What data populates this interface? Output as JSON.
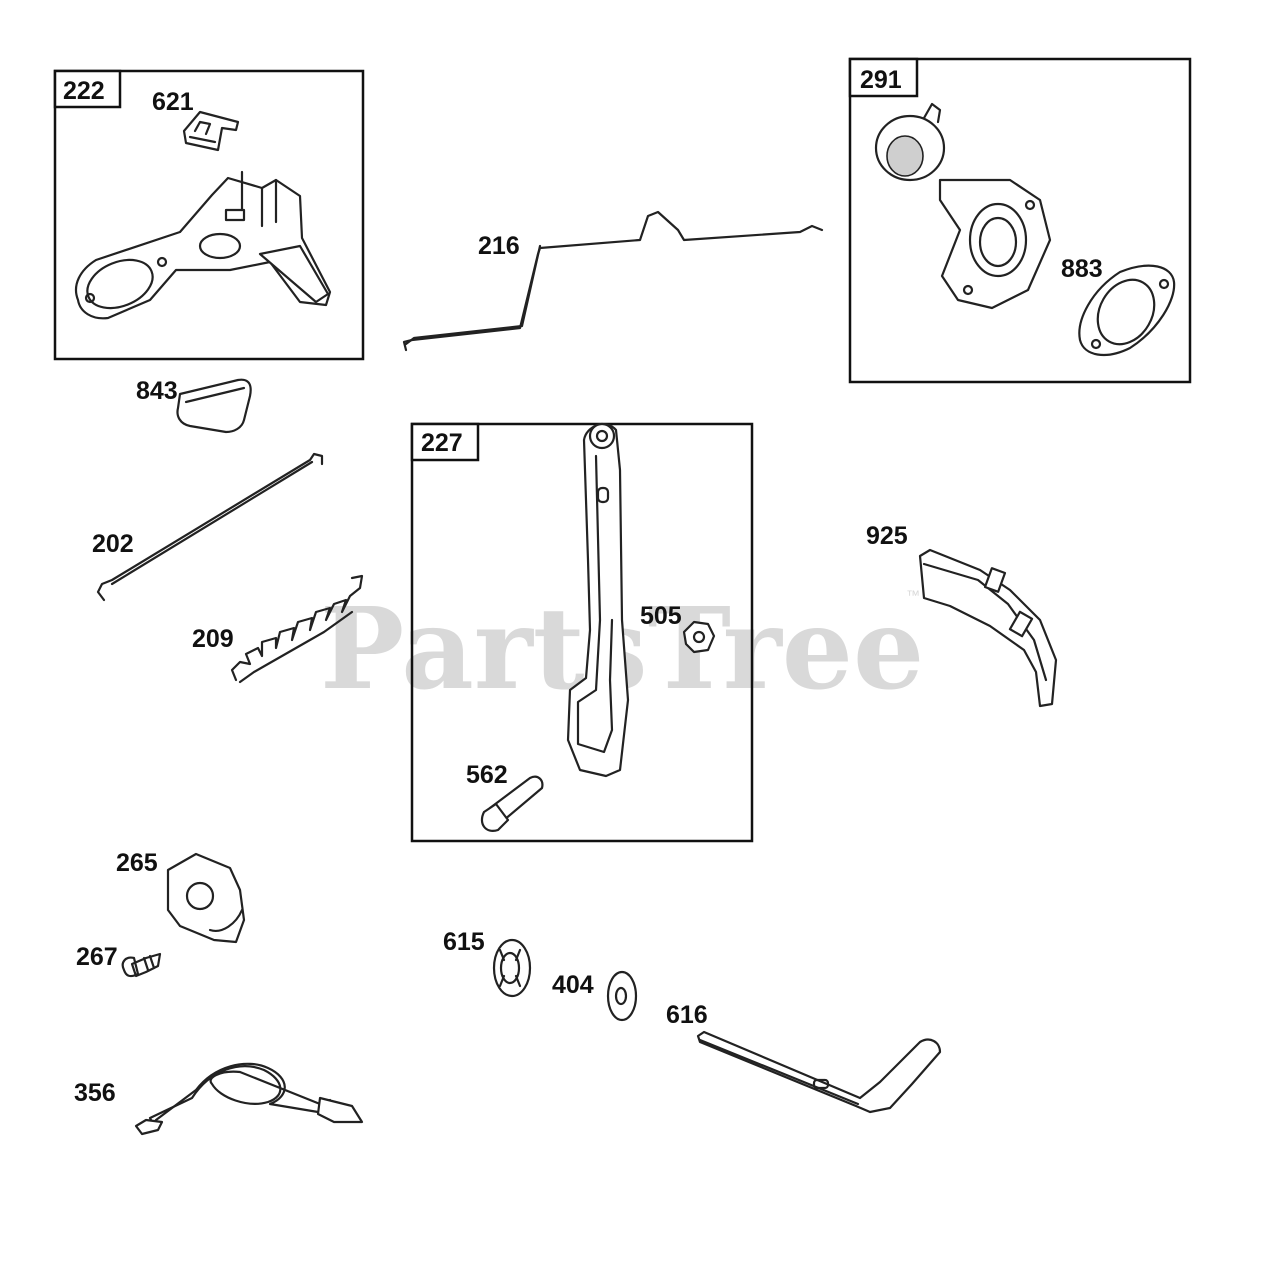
{
  "watermark": {
    "text": "PartsTree",
    "mark": "™",
    "color": "#d9d9d9"
  },
  "assemblies": [
    {
      "id": "222",
      "parts": [
        "621"
      ]
    },
    {
      "id": "291",
      "parts": [
        "883"
      ]
    },
    {
      "id": "227",
      "parts": [
        "505",
        "562"
      ]
    }
  ],
  "labels": {
    "a222": "222",
    "p621": "621",
    "p216": "216",
    "a291": "291",
    "p883": "883",
    "p843": "843",
    "p202": "202",
    "p209": "209",
    "a227": "227",
    "p505": "505",
    "p562": "562",
    "p925": "925",
    "p265": "265",
    "p267": "267",
    "p615": "615",
    "p404": "404",
    "p616": "616",
    "p356": "356"
  }
}
